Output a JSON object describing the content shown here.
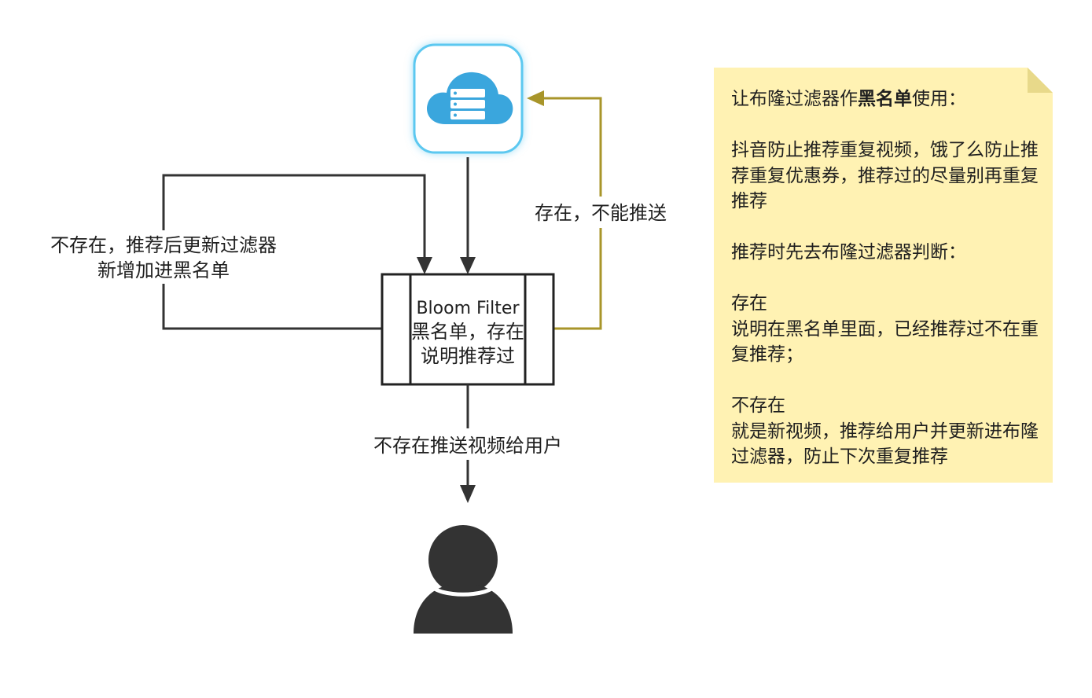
{
  "filter_box": {
    "title": "Bloom Filter",
    "line2": "黑名单，存在",
    "line3": "说明推荐过"
  },
  "edges": {
    "left_label_line1": "不存在，推荐后更新过滤器",
    "left_label_line2": "新增加进黑名单",
    "right_label": "存在，不能推送",
    "bottom_label": "不存在推送视频给用户"
  },
  "note": {
    "line1_prefix": "让布隆过滤器作",
    "line1_bold": "黑名单",
    "line1_suffix": "使用：",
    "para2": "抖音防止推荐重复视频，饿了么防止推荐重复优惠券，推荐过的尽量别再重复推荐",
    "para3": "推荐时先去布隆过滤器判断：",
    "para4_title": "存在",
    "para4_body": "说明在黑名单里面，已经推荐过不在重复推荐；",
    "para5_title": "不存在",
    "para5_body": "就是新视频，推荐给用户并更新进布隆过滤器，防止下次重复推荐"
  },
  "colors": {
    "arrow_dark": "#333333",
    "arrow_olive": "#a8952a",
    "cloud_blue": "#3aa6dd",
    "icon_border": "#5cc8f0",
    "note_bg": "#fff2b3",
    "user_fill": "#333333"
  },
  "icons": {
    "server": "cloud-server-icon",
    "user": "user-icon"
  }
}
